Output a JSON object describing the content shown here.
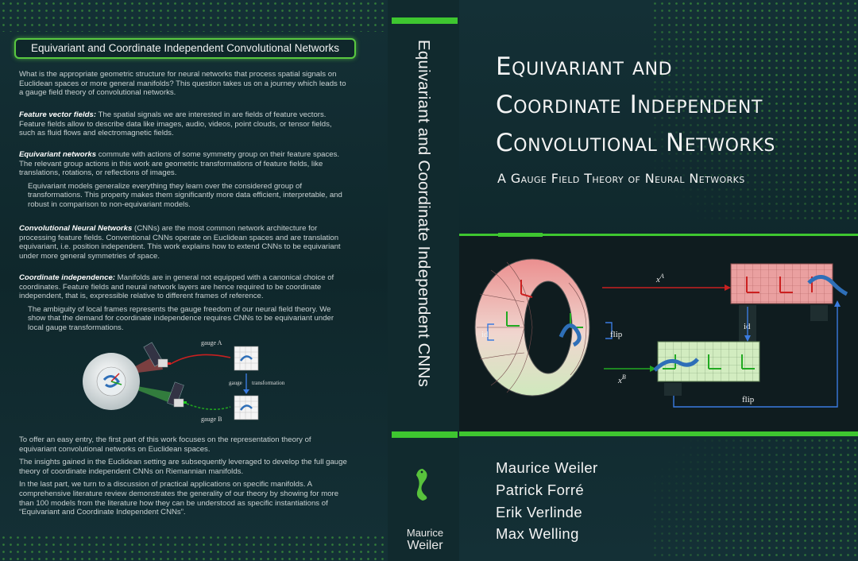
{
  "back": {
    "title": "Equivariant and Coordinate Independent Convolutional Networks",
    "intro": "What is the appropriate geometric structure for neural networks that process spatial signals on Euclidean spaces or more general manifolds? This question takes us on a journey which leads to a gauge field theory of convolutional networks.",
    "sections": [
      {
        "head": "Feature vector fields:",
        "text": " The spatial signals we are interested in are fields of feature vectors. Feature fields allow to describe data like images, audio, videos, point clouds, or tensor fields, such as fluid flows and electromagnetic fields."
      },
      {
        "head": "Equivariant networks",
        "text": " commute with actions of some symmetry group on their feature spaces. The relevant group actions in this work are geometric transformations of feature fields, like translations, rotations, or reflections of images.",
        "extra": "Equivariant models generalize everything they learn over the considered group of transformations. This property makes them significantly more data efficient, interpretable, and robust in comparison to non-equivariant models."
      },
      {
        "head": "Convolutional Neural Networks",
        "text": " (CNNs) are the most common network architecture for processing feature fields. Conventional CNNs operate on Euclidean spaces and are translation equivariant, i.e. position independent. This work explains how to extend CNNs to be equivariant under more general symmetries of space."
      },
      {
        "head": "Coordinate independence:",
        "text": " Manifolds are in general not equipped with a canonical choice of coordinates. Feature fields and neural network layers are hence required to be coordinate independent, that is, expressible relative to different frames of reference.",
        "extra": "The ambiguity of local frames represents the gauge freedom of our neural field theory. We show that the demand for coordinate independence requires CNNs to be equivariant under local gauge transformations."
      }
    ],
    "figure": {
      "gauge_a": "gauge A",
      "gauge_b": "gauge B",
      "gauge_word": "gauge",
      "transformation": "transformation"
    },
    "outro": [
      "To offer an easy entry, the first part of this work focuses on the representation theory of equivariant convolutional networks on Euclidean spaces.",
      "The insights gained in the Euclidean setting are subsequently leveraged to develop the full gauge theory of coordinate independent CNNs on Riemannian manifolds.",
      "In the last part, we turn to a discussion of practical applications on specific manifolds. A comprehensive literature review demonstrates the generality of our theory by showing for more than 100 models from the literature how they can be understood as specific instantiations of “Equivariant and Coordinate Independent CNNs”."
    ]
  },
  "spine": {
    "title": "Equivariant and Coordinate Independent CNNs",
    "author_first": "Maurice",
    "author_last": "Weiler"
  },
  "front": {
    "title_lines": [
      "Equivariant and",
      "Coordinate Independent",
      "Convolutional Networks"
    ],
    "subtitle": "A Gauge Field Theory of Neural Networks",
    "diagram": {
      "xa": "x",
      "xa_sup": "A",
      "xb": "x",
      "xb_sup": "B",
      "id_left": "id",
      "flip_right": "flip",
      "id_mid": "id",
      "flip_bottom": "flip"
    },
    "authors": [
      "Maurice Weiler",
      "Patrick Forré",
      "Erik Verlinde",
      "Max Welling"
    ]
  },
  "colors": {
    "accent_green": "#3ec630",
    "background": "#12292d",
    "diagram_red": "#e98a8a",
    "diagram_green": "#c9e8b4",
    "arrow_blue": "#3a7be0"
  }
}
